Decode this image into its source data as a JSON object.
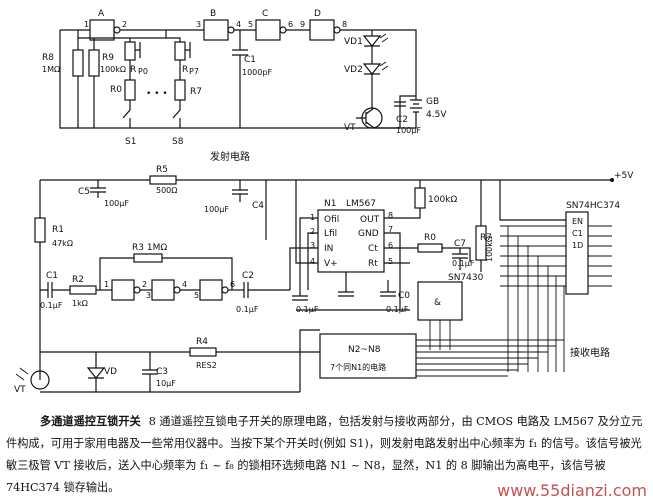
{
  "labels": {
    "gateA": "A",
    "gateB": "B",
    "gateC": "C",
    "gateD": "D",
    "pin1": "1",
    "pin2": "2",
    "pin3": "3",
    "pin4": "4",
    "pin5": "5",
    "pin6": "6",
    "pin9": "9",
    "pin8": "8",
    "r8": "R8",
    "r8v": "1MΩ",
    "r9": "R9",
    "r9v": "100kΩ",
    "rp0": "R",
    "rp0s": "P0",
    "rp7": "R",
    "rp7s": "P7",
    "r0": "R0",
    "r7": "R7",
    "dots": "• • •",
    "s1": "S1",
    "s8": "S8",
    "c1": "C1",
    "c1v": "1000pF",
    "vd1": "VD1",
    "vd2": "VD2",
    "vt": "VT",
    "c2": "C2",
    "c2v": "100μF",
    "gb": "GB",
    "gbv": "4.5V",
    "tx_title": "发射电路",
    "r5": "R5",
    "r5v": "500Ω",
    "c5": "C5",
    "c5v": "100μF",
    "c4v": "100μF",
    "c4": "C4",
    "vcc": "+5V",
    "r1": "R1",
    "r1v": "47kΩ",
    "r3": "R3 1MΩ",
    "c1b": "C1",
    "c1bv": "0.1μF",
    "r2": "R2",
    "r2v": "1kΩ",
    "c2b": "C2",
    "c2bv": "0.1μF",
    "r4": "R4",
    "res2": "RES2",
    "vt2": "VT",
    "vd": "VD",
    "c3": "C3",
    "c3v": "10μF",
    "n1": "N1",
    "lm567": "LM567",
    "ofil": "Ofil",
    "lfil": "Lfil",
    "in": "IN",
    "vplus": "V+",
    "out": "OUT",
    "gnd": "GND",
    "ct": "Ct",
    "rt": "Rt",
    "p1": "1",
    "p2": "2",
    "p3": "3",
    "p4": "4",
    "p5": "5",
    "p6": "6",
    "p7": "7",
    "p8": "8",
    "r0b": "R0",
    "c7": "C7",
    "c7v": "0.1μF",
    "r7b": "R7",
    "r7bv": "100kΩ",
    "pull": "100kΩ",
    "c0": "C0",
    "c0v": "0.1μF",
    "c01v": "0.1μF",
    "sn74hc374": "SN74HC374",
    "en": "EN",
    "c1d": "C1",
    "d1": "1D",
    "sn7430": "SN7430",
    "amp": "&",
    "n2n8": "N2~N8",
    "n2n8sub": "7个同N1的电路",
    "rx_title": "接收电路"
  },
  "paragraph": {
    "title": "多通道遥控互锁开关",
    "body": "8 通道遥控互锁电子开关的原理电路，包括发射与接收两部分，由 CMOS 电路及 LM567 及分立元件构成，可用于家用电器及一些常用仪器中。当按下某个开关时(例如 S1)，则发射电路发射出中心频率为 f₁ 的信号。该信号被光敏三极管 VT 接收后，送入中心频率为 f₁ ~ f₈ 的锁相环选频电路 N1 ~ N8，显然，N1 的 8 脚输出为高电平，该信号被 74HC374 锁存输出。"
  },
  "watermark": "www.55dianzi.com"
}
